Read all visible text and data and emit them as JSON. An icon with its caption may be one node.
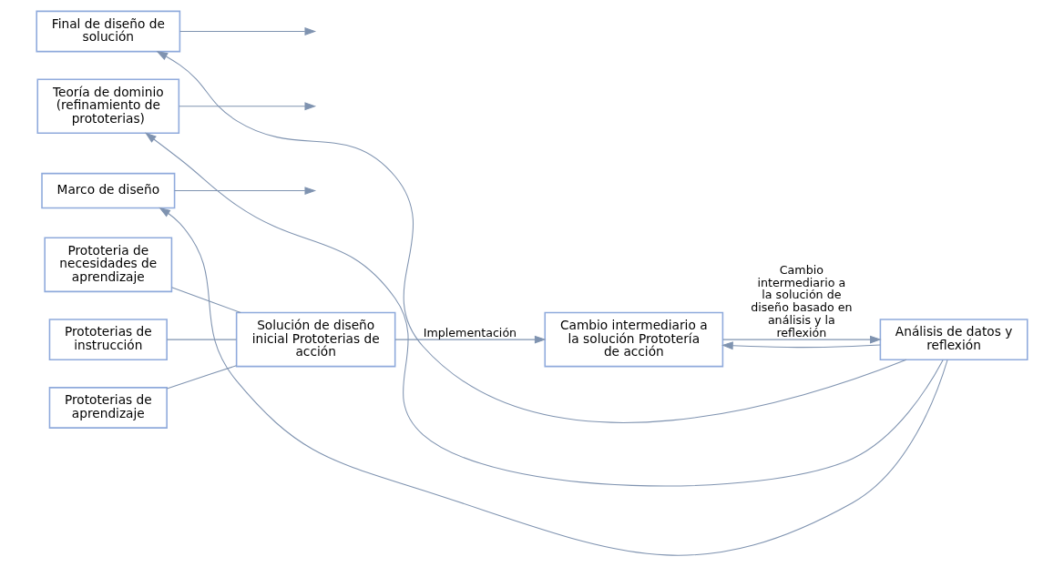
{
  "diagram": {
    "nodes": [
      {
        "text": [
          "Prototeria de necesidades de aprendizaje"
        ]
      },
      {
        "text": [
          "Prototerias de aprendizaje"
        ]
      },
      {
        "text": [
          "Prototerias de instrucción"
        ]
      },
      {
        "text": [
          "Solución de diseño inicial Prototerias de acción"
        ]
      },
      {
        "text": [
          "Cambio intermediario a la solución Prototería de acción"
        ]
      },
      {
        "text": [
          "Final de diseño de solución"
        ]
      },
      {
        "text": [
          "Teoría de dominio (refinamiento de prototerias)"
        ]
      },
      {
        "text": [
          "Marco de diseño"
        ]
      },
      {
        "text": [
          "Análisis de datos y reflexión"
        ]
      }
    ],
    "edges": [
      {
        "from": 0,
        "to": 3,
        "arrow": "none"
      },
      {
        "from": 1,
        "to": 3,
        "arrow": "none"
      },
      {
        "from": 2,
        "to": 3,
        "arrow": "none"
      },
      {
        "from": 3,
        "to": 4,
        "arrow": "to",
        "label": "Implementación"
      },
      {
        "from": 4,
        "to": 8,
        "arrow": "to",
        "label": "Cambio intermediario a la solución de diseño basado en análisis y la reflexión"
      },
      {
        "from": 8,
        "to": 4,
        "arrow": "to"
      },
      {
        "from": 8,
        "to": 5,
        "arrow": "to"
      },
      {
        "from": 8,
        "to": 6,
        "arrow": "to"
      },
      {
        "from": 8,
        "to": 7,
        "arrow": "to"
      },
      {
        "from": 5,
        "to": null,
        "arrow": "to"
      },
      {
        "from": 6,
        "to": null,
        "arrow": "to"
      },
      {
        "from": 7,
        "to": null,
        "arrow": "to"
      }
    ]
  }
}
